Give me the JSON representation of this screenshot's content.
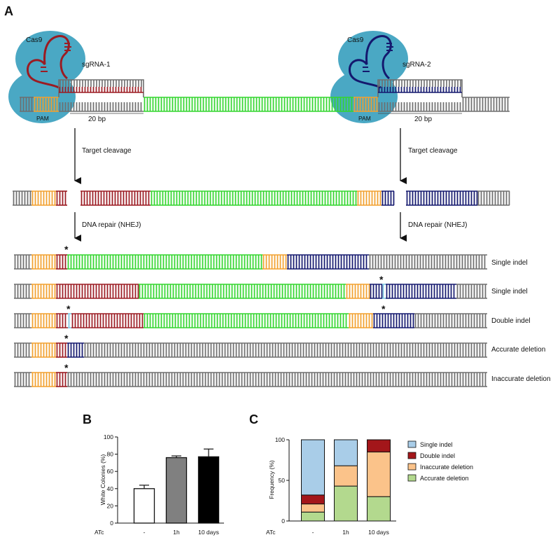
{
  "colors": {
    "gray": "#6e6e6e",
    "orange": "#f2a02e",
    "red": "#9b1b22",
    "green": "#33d62f",
    "navy": "#14186e",
    "cas9": "#4aa8c4",
    "indel": "#7ec8e3",
    "bar_dark_gray": "#808080",
    "single_indel": "#a9cde8",
    "double_indel": "#a3161a",
    "inaccurate_deletion": "#fbc38a",
    "accurate_deletion": "#b3d98e"
  },
  "panels": {
    "a": "A",
    "b": "B",
    "c": "C"
  },
  "schematic": {
    "cas9_left": "Cas9",
    "cas9_right": "Cas9",
    "sgrna_left": "sgRNA-1",
    "sgrna_right": "sgRNA-2",
    "pam_left": "PAM",
    "pam_right": "PAM",
    "bp_left": "20 bp",
    "bp_right": "20 bp",
    "step1_left": "Target cleavage",
    "step1_right": "Target cleavage",
    "step2_left": "DNA repair (NHEJ)",
    "step2_right": "DNA repair (NHEJ)",
    "outcomes": [
      "Single indel",
      "Single indel",
      "Double indel",
      "Accurate deletion",
      "Inaccurate deletion"
    ],
    "star": "*"
  },
  "chart_data": [
    {
      "type": "bar",
      "panel": "B",
      "ylabel": "White Colonies (%)",
      "xlabel_prefix": "ATc",
      "categories": [
        "-",
        "1h",
        "10 days"
      ],
      "values": [
        40,
        76,
        77
      ],
      "errors": [
        4,
        2,
        9
      ],
      "yticks": [
        0,
        20,
        40,
        60,
        80,
        100
      ],
      "ylim": [
        0,
        100
      ]
    },
    {
      "type": "bar",
      "stacked": true,
      "panel": "C",
      "ylabel": "Frequency (%)",
      "xlabel_prefix": "ATc",
      "categories": [
        "-",
        "1h",
        "10 days"
      ],
      "yticks": [
        0,
        50,
        100
      ],
      "ylim": [
        0,
        100
      ],
      "legend_position": "right",
      "series": [
        {
          "name": "Accurate deletion",
          "values": [
            11,
            43,
            30
          ]
        },
        {
          "name": "Inaccurate deletion",
          "values": [
            10,
            25,
            55
          ]
        },
        {
          "name": "Double indel",
          "values": [
            11,
            0,
            15
          ]
        },
        {
          "name": "Single indel",
          "values": [
            68,
            32,
            0
          ]
        }
      ],
      "legend_order": [
        "Single indel",
        "Double indel",
        "Inaccurate deletion",
        "Accurate deletion"
      ]
    }
  ]
}
